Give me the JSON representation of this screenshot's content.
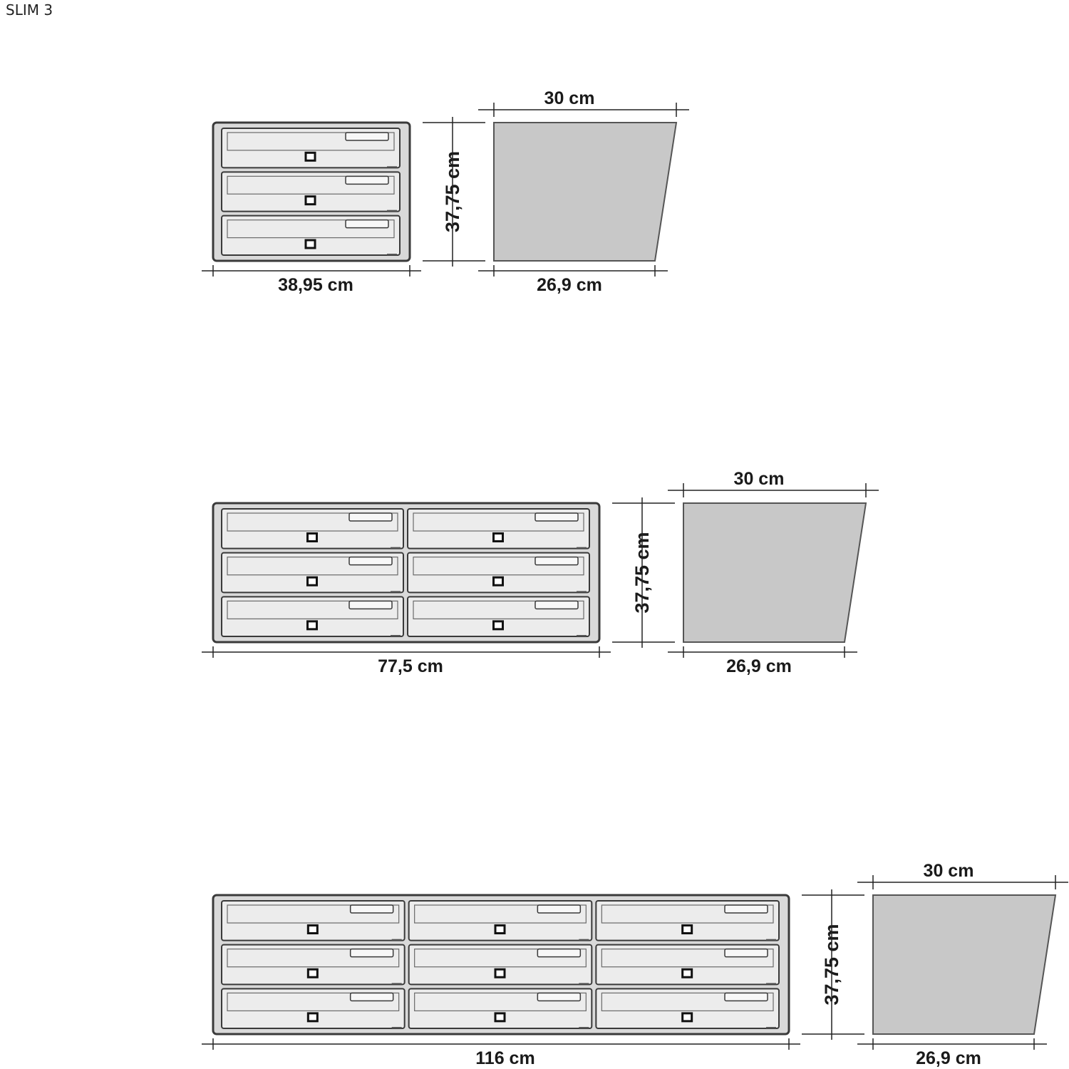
{
  "page": {
    "title": "SLIM 3"
  },
  "colors": {
    "outline": "#3a3a3a",
    "side_fill": "#c8c8c8",
    "door_fill": "#ececec",
    "body_fill": "#d9d9d9"
  },
  "configurations": [
    {
      "columns": 1,
      "rows": 3,
      "width_label": "38,95 cm",
      "height_label": "37,75 cm",
      "side_top_label": "30 cm",
      "side_bottom_label": "26,9 cm"
    },
    {
      "columns": 2,
      "rows": 3,
      "width_label": "77,5 cm",
      "height_label": "37,75 cm",
      "side_top_label": "30 cm",
      "side_bottom_label": "26,9 cm"
    },
    {
      "columns": 3,
      "rows": 3,
      "width_label": "116 cm",
      "height_label": "37,75 cm",
      "side_top_label": "30 cm",
      "side_bottom_label": "26,9 cm"
    }
  ]
}
